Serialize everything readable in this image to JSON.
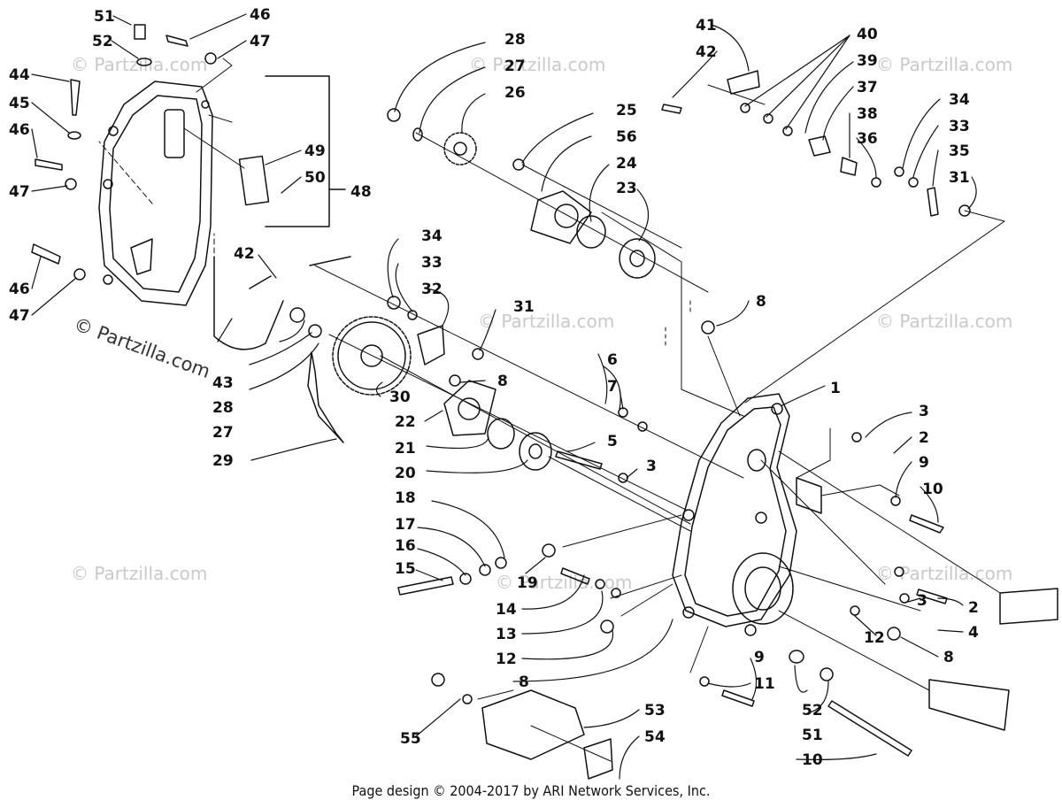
{
  "footer": "Page design © 2004-2017 by ARI Network Services, Inc.",
  "watermark": "© Partzilla.com",
  "callouts": [
    "1",
    "2",
    "3",
    "4",
    "5",
    "6",
    "7",
    "8",
    "9",
    "10",
    "11",
    "12",
    "13",
    "14",
    "15",
    "16",
    "17",
    "18",
    "19",
    "20",
    "21",
    "22",
    "23",
    "24",
    "25",
    "26",
    "27",
    "28",
    "29",
    "30",
    "31",
    "32",
    "33",
    "34",
    "35",
    "36",
    "37",
    "38",
    "39",
    "40",
    "41",
    "42",
    "43",
    "44",
    "45",
    "46",
    "47",
    "48",
    "49",
    "50",
    "51",
    "52",
    "53",
    "54",
    "55",
    "56"
  ],
  "colors": {
    "ink": "#111111",
    "watermark": "#c9c9c9",
    "background": "#ffffff"
  }
}
